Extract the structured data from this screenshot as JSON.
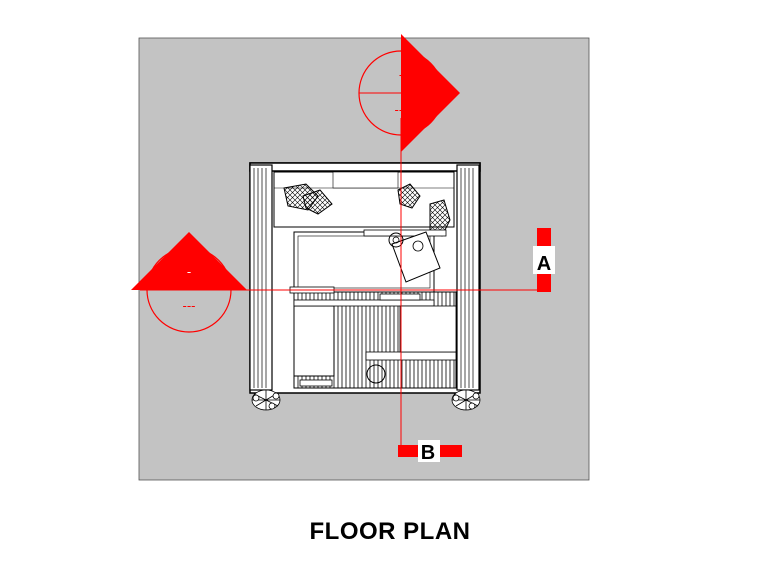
{
  "title": "FLOOR PLAN",
  "sections": {
    "a": {
      "letter": "A"
    },
    "b": {
      "letter": "B"
    }
  },
  "elevation_marks": {
    "top": {
      "upper": "-",
      "lower": "---"
    },
    "left": {
      "upper": "-",
      "lower": "---"
    }
  },
  "colors": {
    "background": "#c3c3c3",
    "marker": "#ff0000",
    "linework": "#000000",
    "furniture_fill": "#ffffff"
  }
}
